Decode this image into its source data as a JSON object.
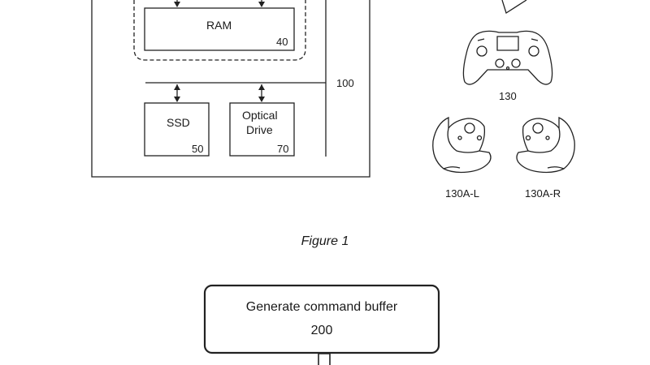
{
  "figure1": {
    "ram": {
      "label": "RAM",
      "ref": "40"
    },
    "ssd": {
      "label": "SSD",
      "ref": "50"
    },
    "optical": {
      "line1": "Optical",
      "line2": "Drive",
      "ref": "70"
    },
    "bus_ref": "100",
    "controller": {
      "ref": "130"
    },
    "controller_left": {
      "ref": "130A-L"
    },
    "controller_right": {
      "ref": "130A-R"
    },
    "caption": "Figure 1"
  },
  "figure2": {
    "step1": {
      "label": "Generate command buffer",
      "ref": "200"
    }
  }
}
